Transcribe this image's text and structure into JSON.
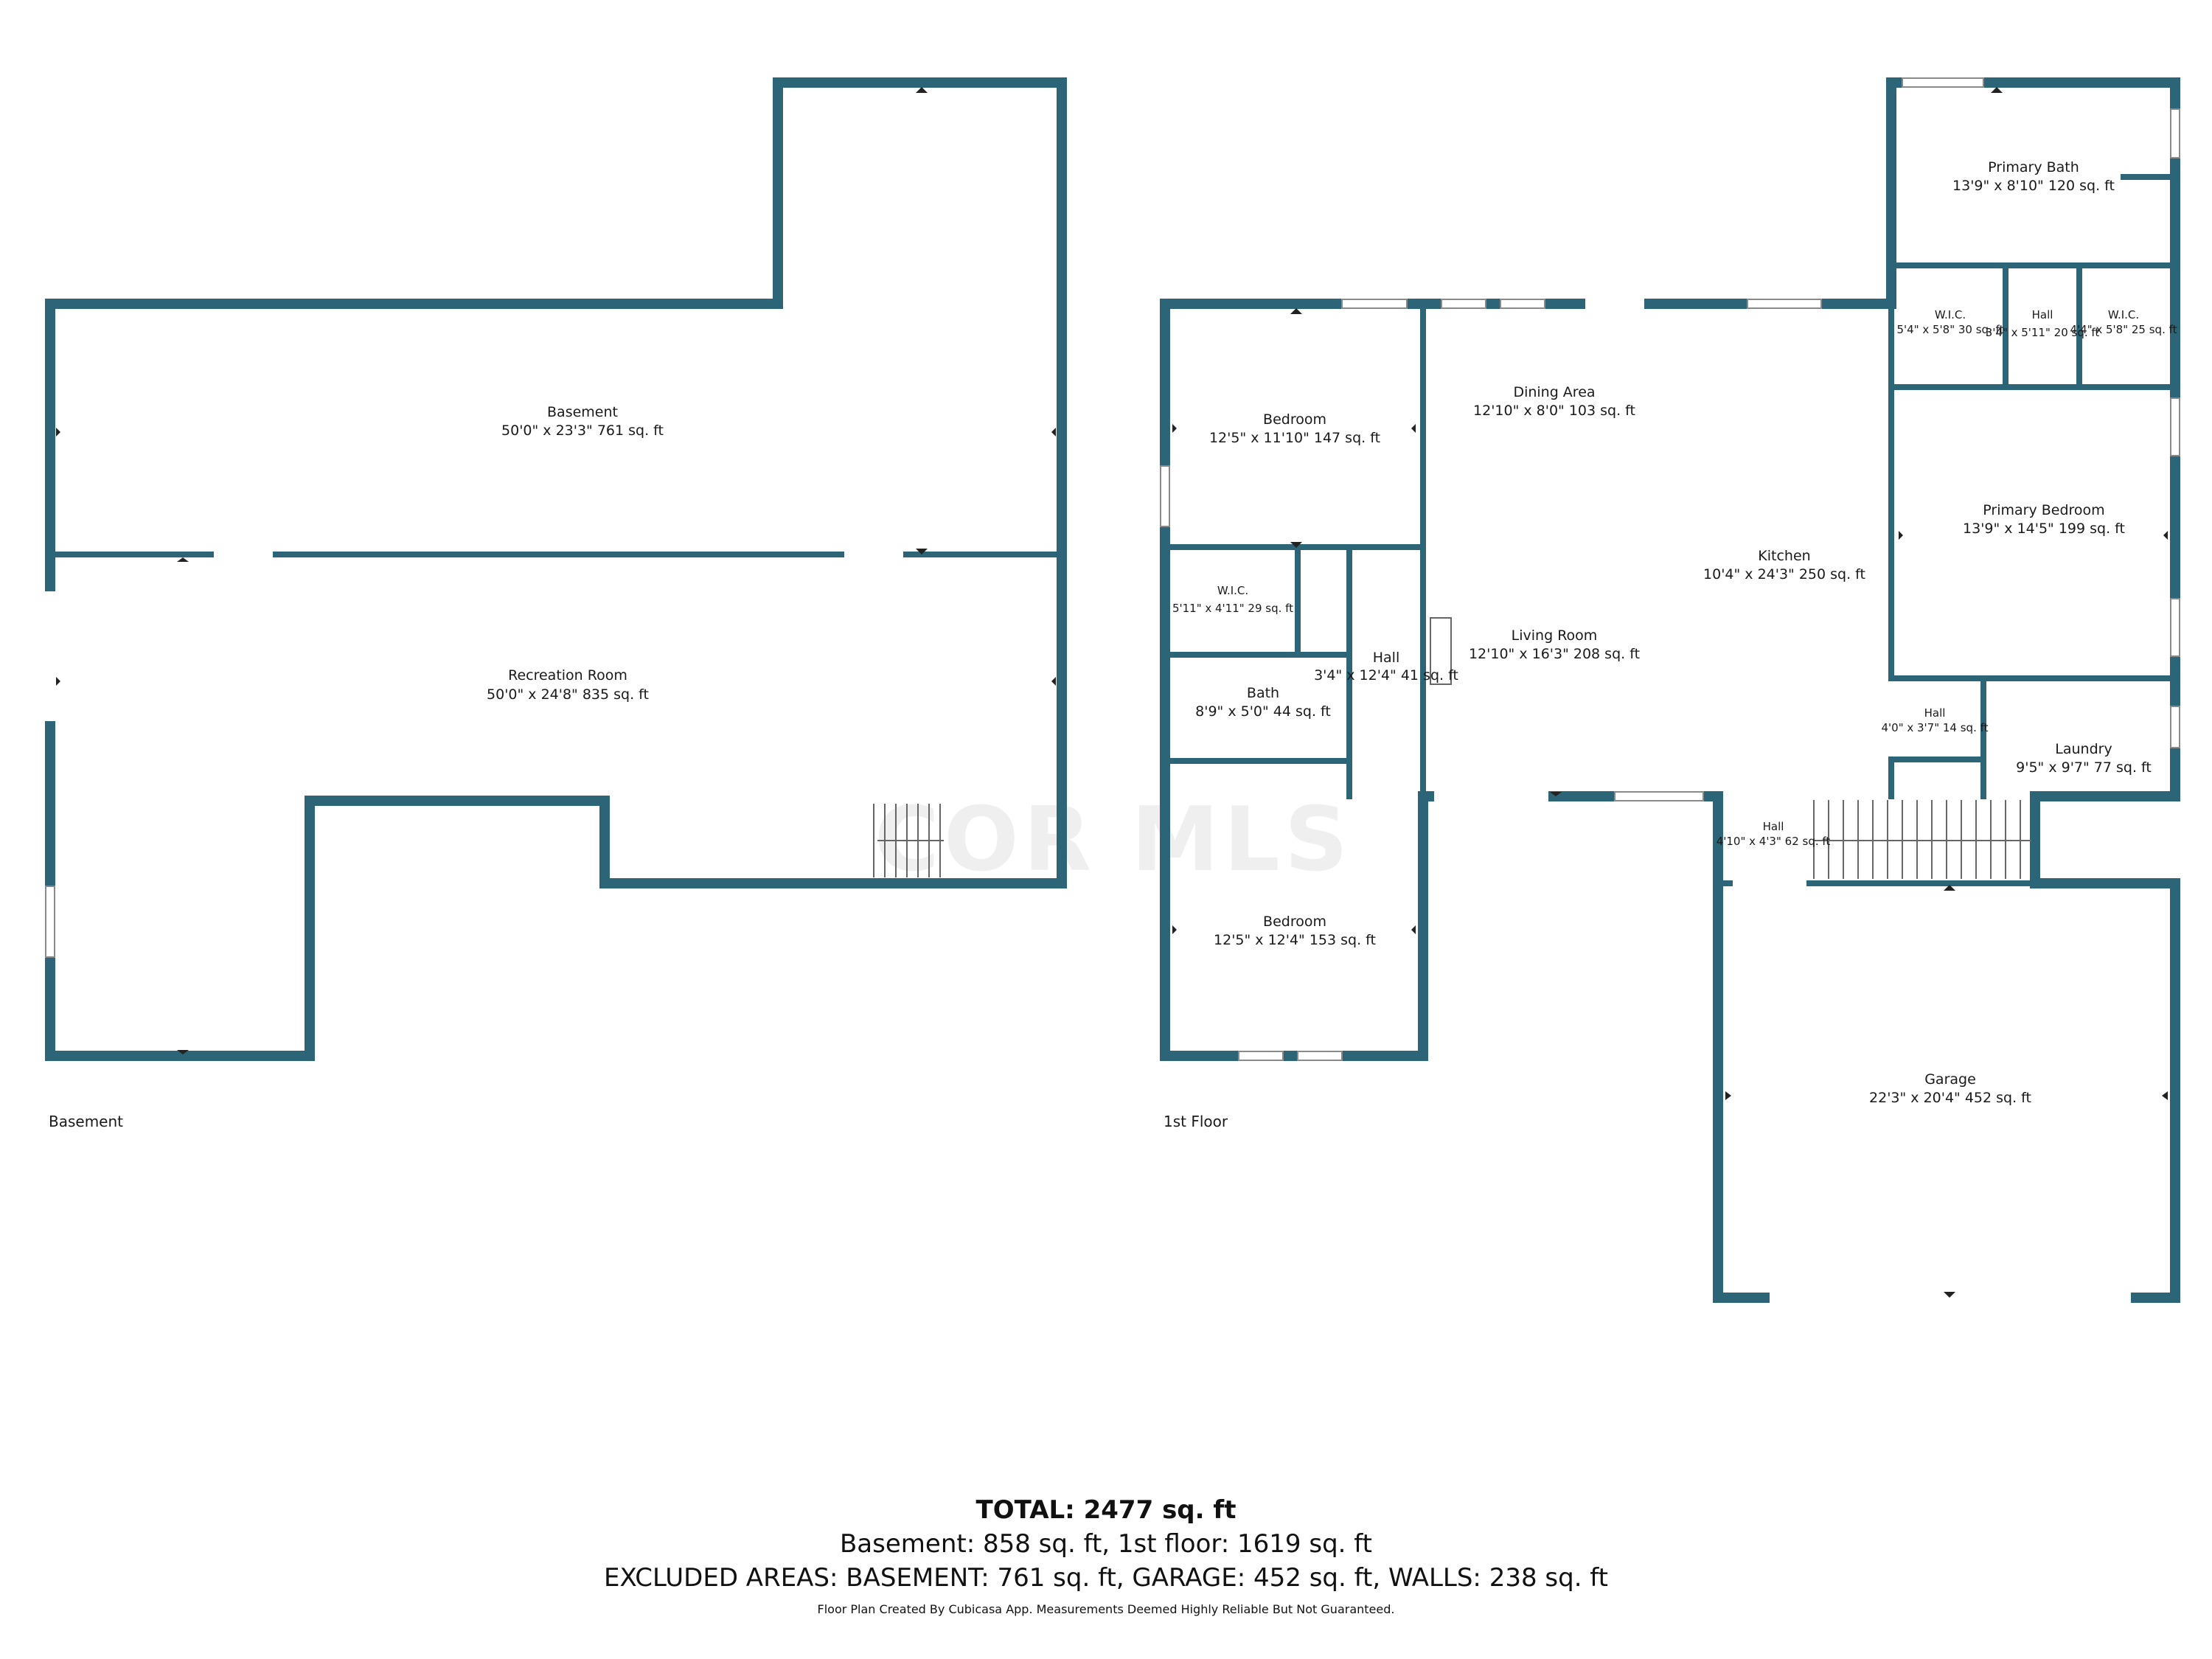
{
  "watermark": "COR MLS",
  "floors": {
    "basement": {
      "label": "Basement",
      "rooms": [
        {
          "name": "Basement",
          "dims": "50'0\" x 23'3\" 761 sq. ft"
        },
        {
          "name": "Recreation Room",
          "dims": "50'0\" x 24'8\" 835 sq. ft"
        }
      ]
    },
    "first": {
      "label": "1st Floor",
      "rooms": [
        {
          "name": "Primary Bath",
          "dims": "13'9\" x 8'10\" 120 sq. ft"
        },
        {
          "name": "W.I.C.",
          "dims": "5'4\" x 5'8\" 30 sq. ft"
        },
        {
          "name": "Hall",
          "dims": "3'4\" x 5'11\" 20 sq. ft"
        },
        {
          "name": "W.I.C.",
          "dims": "4'4\" x 5'8\" 25 sq. ft"
        },
        {
          "name": "Bedroom",
          "dims": "12'5\" x 11'10\" 147 sq. ft"
        },
        {
          "name": "Dining Area",
          "dims": "12'10\" x 8'0\" 103 sq. ft"
        },
        {
          "name": "Kitchen",
          "dims": "10'4\" x 24'3\" 250 sq. ft"
        },
        {
          "name": "Primary Bedroom",
          "dims": "13'9\" x 14'5\" 199 sq. ft"
        },
        {
          "name": "W.I.C.",
          "dims": "5'11\" x 4'11\" 29 sq. ft"
        },
        {
          "name": "Hall",
          "dims": "3'4\" x 12'4\" 41 sq. ft"
        },
        {
          "name": "Living Room",
          "dims": "12'10\" x 16'3\" 208 sq. ft"
        },
        {
          "name": "Bath",
          "dims": "8'9\" x 5'0\" 44 sq. ft"
        },
        {
          "name": "Hall",
          "dims": "4'0\" x 3'7\" 14 sq. ft"
        },
        {
          "name": "Laundry",
          "dims": "9'5\" x 9'7\" 77 sq. ft"
        },
        {
          "name": "Hall",
          "dims": "4'10\" x 4'3\" 62 sq. ft"
        },
        {
          "name": "Bedroom",
          "dims": "12'5\" x 12'4\" 153 sq. ft"
        },
        {
          "name": "Garage",
          "dims": "22'3\" x 20'4\" 452 sq. ft"
        }
      ]
    }
  },
  "summary": {
    "total": "TOTAL: 2477 sq. ft",
    "floors_line": "Basement: 858 sq. ft, 1st floor: 1619 sq. ft",
    "excluded_line": "EXCLUDED AREAS: BASEMENT: 761 sq. ft, GARAGE: 452 sq. ft, WALLS: 238 sq. ft",
    "footnote": "Floor Plan Created By Cubicasa App. Measurements Deemed Highly Reliable But Not Guaranteed."
  }
}
